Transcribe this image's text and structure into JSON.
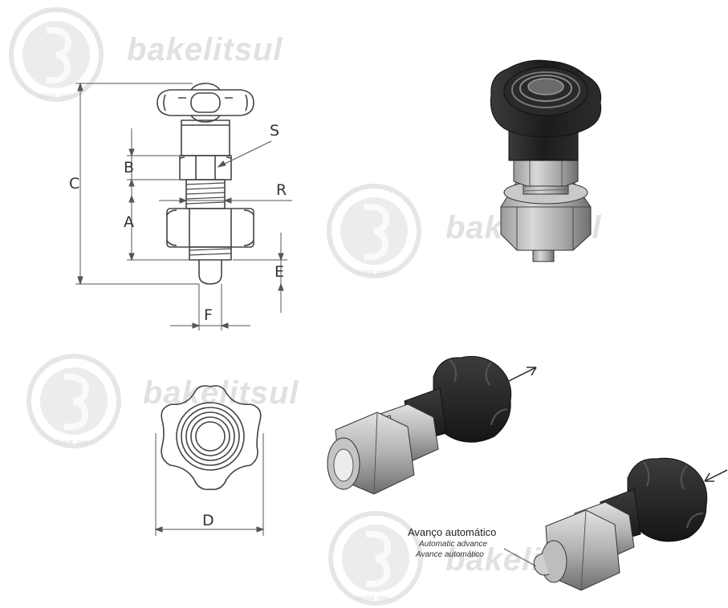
{
  "watermark": {
    "brand": "bakelitsul",
    "seal_text": "DESDE 1995"
  },
  "dimensions": {
    "A": "A",
    "B": "B",
    "C": "C",
    "D": "D",
    "E": "E",
    "F": "F",
    "R": "R",
    "S": "S"
  },
  "callout": {
    "pt": "Avanço automático",
    "en": "Automatic advance",
    "es": "Avance automático"
  },
  "colors": {
    "line": "#444444",
    "knob": "#262626",
    "metal": "#b5b5b5",
    "watermark": "#e1e1e1"
  }
}
